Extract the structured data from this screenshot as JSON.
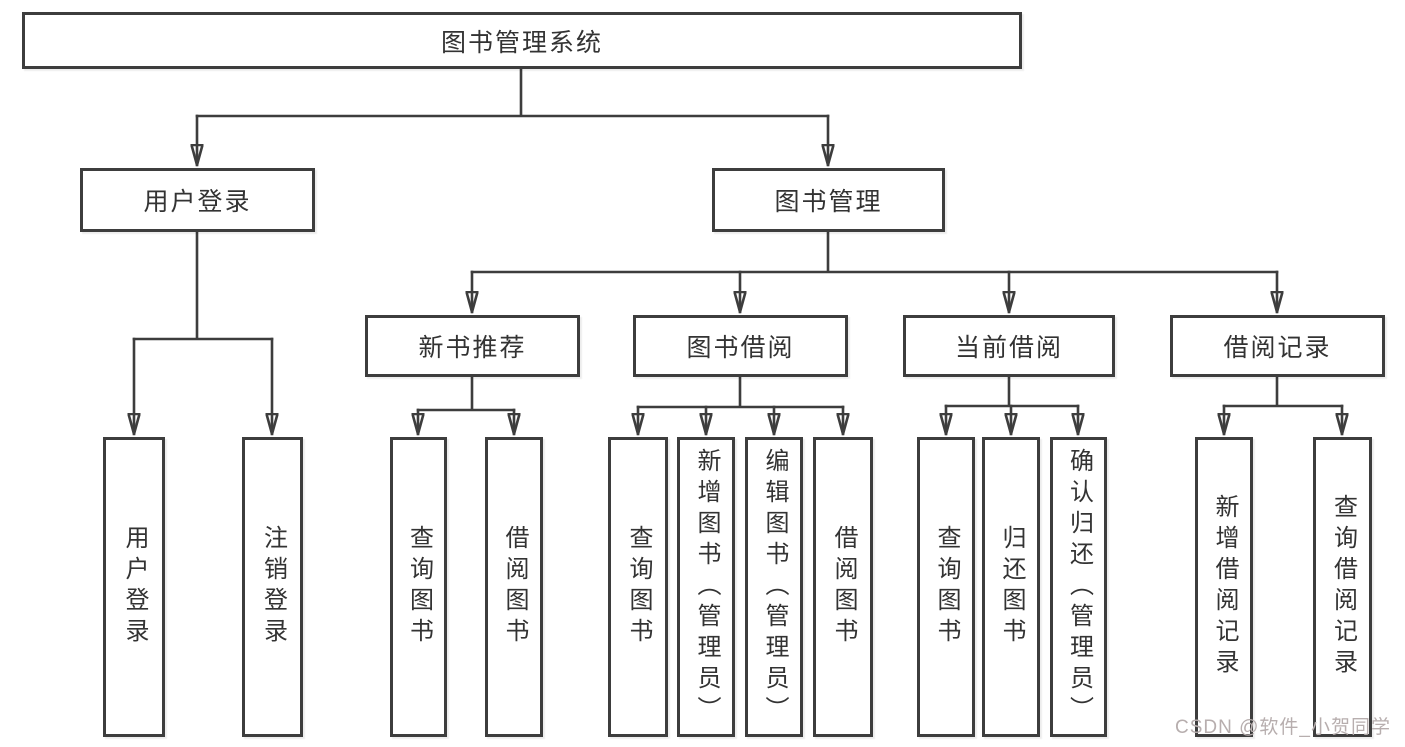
{
  "tree": {
    "label": "图书管理系统",
    "children": [
      {
        "label": "用户登录",
        "children": [
          {
            "label": "用户登录"
          },
          {
            "label": "注销登录"
          }
        ]
      },
      {
        "label": "图书管理",
        "children": [
          {
            "label": "新书推荐",
            "children": [
              {
                "label": "查询图书"
              },
              {
                "label": "借阅图书"
              }
            ]
          },
          {
            "label": "图书借阅",
            "children": [
              {
                "label": "查询图书"
              },
              {
                "label": "新增图书（管理员）"
              },
              {
                "label": "编辑图书（管理员）"
              },
              {
                "label": "借阅图书"
              }
            ]
          },
          {
            "label": "当前借阅",
            "children": [
              {
                "label": "查询图书"
              },
              {
                "label": "归还图书"
              },
              {
                "label": "确认归还（管理员）"
              }
            ]
          },
          {
            "label": "借阅记录",
            "children": [
              {
                "label": "新增借阅记录"
              },
              {
                "label": "查询借阅记录"
              }
            ]
          }
        ]
      }
    ]
  },
  "watermark": {
    "text": "CSDN @软件_小贺同学"
  },
  "colors": {
    "line": "#3d3d3d",
    "box_border": "#3d3d3d",
    "label_text": "#333333",
    "background": "#ffffff",
    "watermark_text": "#b7aeae"
  }
}
